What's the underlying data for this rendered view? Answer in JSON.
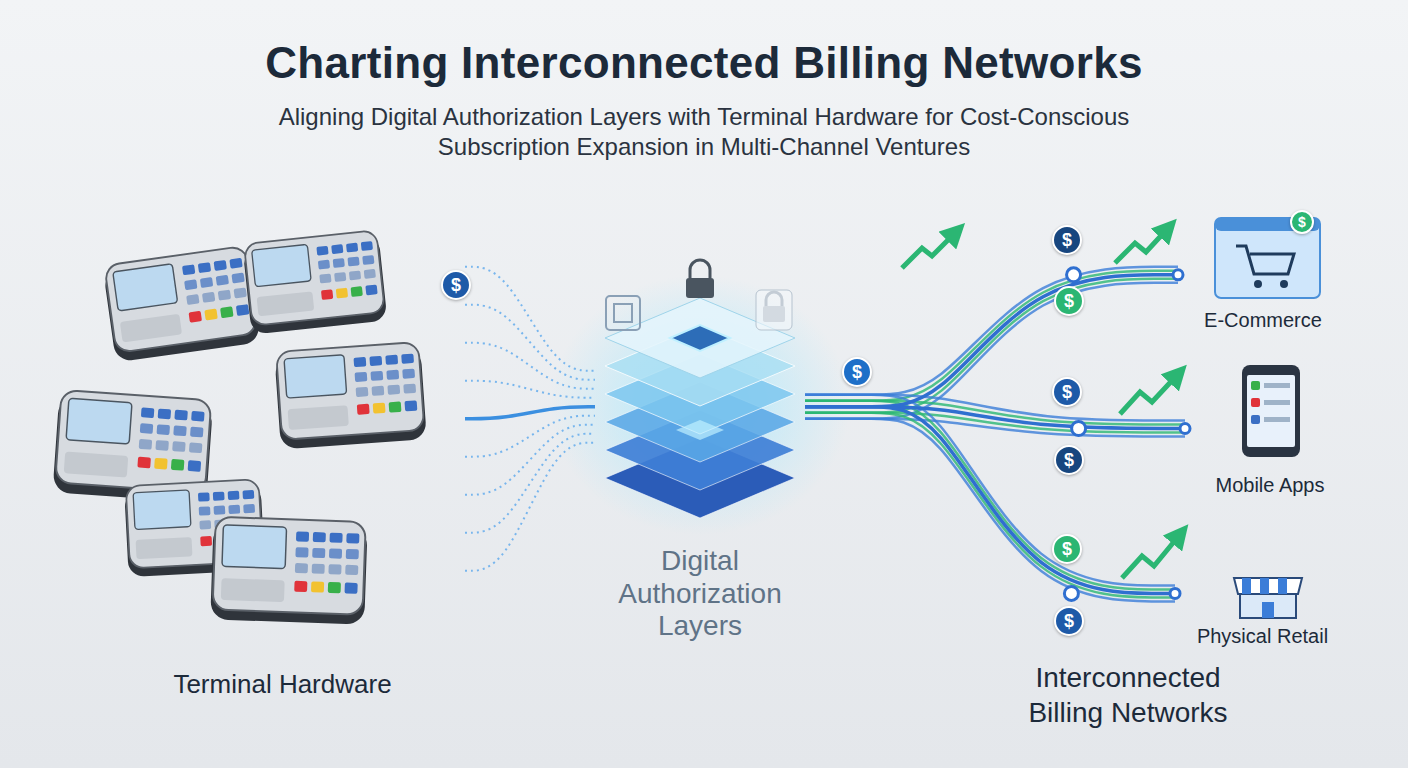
{
  "diagram": {
    "title": "Charting Interconnected Billing Networks",
    "nodes": [
      {
        "text": [
          "Terminal Hardware"
        ]
      },
      {
        "text": [
          "Digital Authorization Layers"
        ]
      },
      {
        "text": [
          "E-Commerce"
        ]
      },
      {
        "text": [
          "Mobile Apps"
        ]
      },
      {
        "text": [
          "Physical Retail"
        ]
      }
    ],
    "edges": [
      {
        "from": 0,
        "to": 1,
        "arrow": "none"
      },
      {
        "from": 1,
        "to": 2,
        "arrow": "none"
      },
      {
        "from": 1,
        "to": 3,
        "arrow": "none"
      },
      {
        "from": 1,
        "to": 4,
        "arrow": "none"
      }
    ],
    "labels": [
      "Aligning Digital Authorization Layers with Terminal Hardware for Cost-Conscious Subscription Expansion in Multi-Channel Ventures",
      "Interconnected Billing Networks",
      "$",
      "$",
      "$",
      "$",
      "$",
      "$",
      "$",
      "$",
      "$"
    ]
  }
}
